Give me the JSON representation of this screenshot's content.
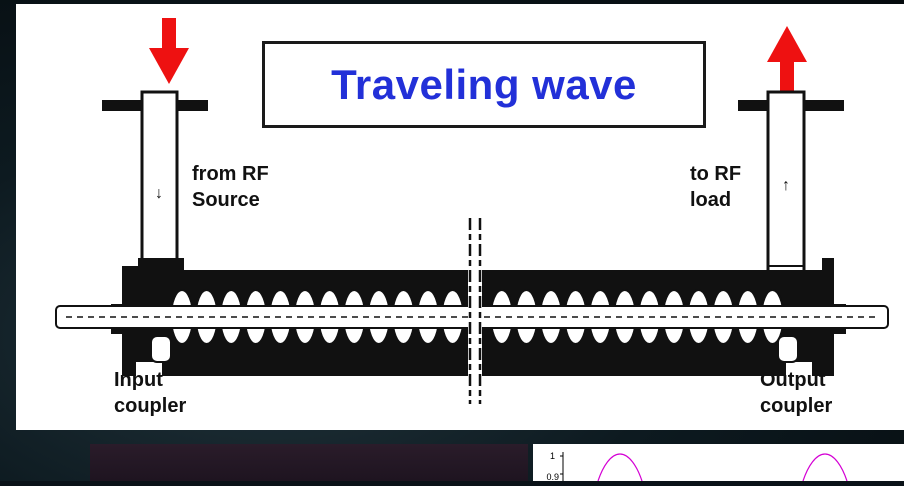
{
  "title": "Traveling wave",
  "labels": {
    "from_rf_line1": "from RF",
    "from_rf_line2": "Source",
    "to_rf_line1": "to RF",
    "to_rf_line2": "load",
    "input_coupler_line1": "Input",
    "input_coupler_line2": "coupler",
    "output_coupler_line1": "Output",
    "output_coupler_line2": "coupler"
  },
  "flow_markers": {
    "input_arrow": "↓",
    "output_arrow": "↑"
  },
  "mini_plot": {
    "tick_labels": [
      "1",
      "0.9"
    ],
    "curve_color": "#d400d4"
  },
  "colors": {
    "title": "#2230d8",
    "arrow": "#ee1111",
    "structure": "#111111"
  }
}
